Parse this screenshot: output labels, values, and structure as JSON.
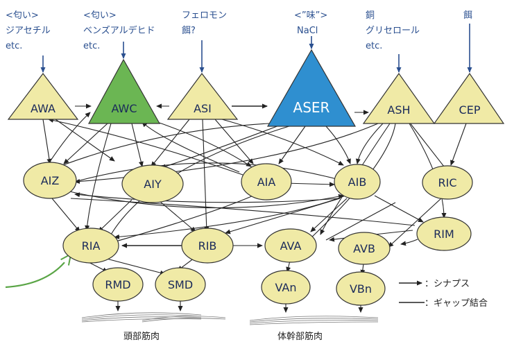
{
  "stimuli": [
    {
      "id": "s-awa",
      "lines": [
        "<匂い>",
        "ジアセチル",
        "etc."
      ]
    },
    {
      "id": "s-awc",
      "lines": [
        "<匂い>",
        "ベンズアルデヒド",
        "etc."
      ]
    },
    {
      "id": "s-asi",
      "lines": [
        "フェロモン",
        "餌?"
      ]
    },
    {
      "id": "s-aser",
      "lines": [
        "<”味”>",
        "NaCl"
      ]
    },
    {
      "id": "s-ash",
      "lines": [
        "銅",
        "グリセロール",
        "etc."
      ]
    },
    {
      "id": "s-cep",
      "lines": [
        "餌"
      ]
    }
  ],
  "sensory_neurons": {
    "AWA": "AWA",
    "AWC": "AWC",
    "ASI": "ASI",
    "ASER": "ASER",
    "ASH": "ASH",
    "CEP": "CEP"
  },
  "interneurons": {
    "AIZ": "AIZ",
    "AIY": "AIY",
    "AIA": "AIA",
    "AIB": "AIB",
    "RIC": "RIC",
    "RIA": "RIA",
    "RIB": "RIB",
    "AVA": "AVA",
    "AVB": "AVB",
    "RIM": "RIM",
    "RMD": "RMD",
    "SMD": "SMD",
    "VAn": "VAn",
    "VBn": "VBn"
  },
  "legend": {
    "synapse": "：シナプス",
    "gap_junction": "：ギャップ結合"
  },
  "muscles": {
    "head": "頭部筋肉",
    "body": "体幹部筋肉"
  },
  "colors": {
    "yellow_node": "#f0eaa6",
    "awc_green": "#6bb653",
    "aser_blue": "#2f8fd0",
    "outline": "#333333",
    "stimulus_text": "#2a4f8f",
    "feedback_arrow": "#5aa546"
  }
}
